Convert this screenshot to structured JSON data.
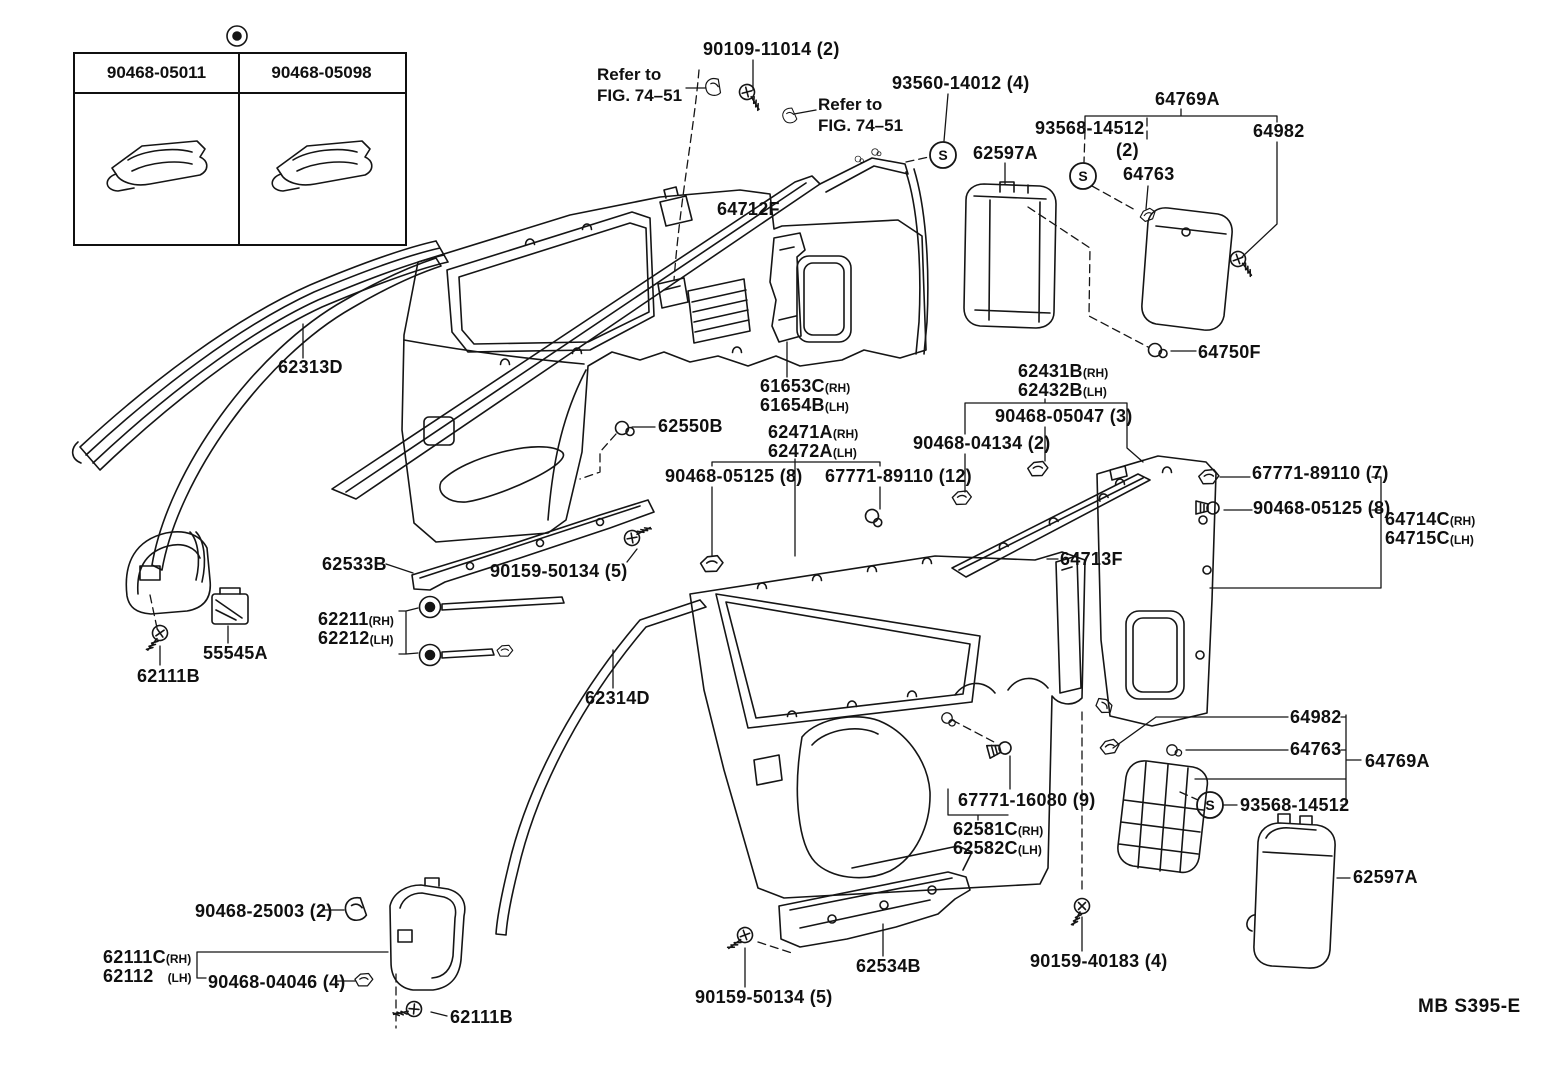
{
  "figure": {
    "code": "MB S395-E",
    "s_marker": "S"
  },
  "reference_table": {
    "col1": "90468-05011",
    "col2": "90468-05098"
  },
  "labels": {
    "p90109": "90109-11014 (2)",
    "refer1_l1": "Refer to",
    "refer1_l2": "FIG. 74–51",
    "refer2_l1": "Refer to",
    "refer2_l2": "FIG. 74–51",
    "p93560": "93560-14012 (4)",
    "p62597a_top": "62597A",
    "p64769a_top": "64769A",
    "p93568_top": "93568-14512",
    "p93568_top_qty": "(2)",
    "p64982_top": "64982",
    "p64763_top": "64763",
    "p64712f": "64712F",
    "p64750f": "64750F",
    "p62313d": "62313D",
    "p61653c": "61653C",
    "p61653c_s": "(RH)",
    "p61654b": "61654B",
    "p61654b_s": "(LH)",
    "p62431b": "62431B",
    "p62431b_s": "(RH)",
    "p62432b": "62432B",
    "p62432b_s": "(LH)",
    "p90468_05047": "90468-05047 (3)",
    "p62550b": "62550B",
    "p62471a": "62471A",
    "p62471a_s": "(RH)",
    "p62472a": "62472A",
    "p62472a_s": "(LH)",
    "p90468_04134": "90468-04134 (2)",
    "p90468_05125_left": "90468-05125 (8)",
    "p67771_89110_12": "67771-89110 (12)",
    "p67771_89110_7": "67771-89110 (7)",
    "p90468_05125_right": "90468-05125 (8)",
    "p64714c": "64714C",
    "p64714c_s": "(RH)",
    "p64715c": "64715C",
    "p64715c_s": "(LH)",
    "p62533b": "62533B",
    "p90159_50134_top": "90159-50134 (5)",
    "p64713f": "64713F",
    "p62211": "62211",
    "p62211_s": "(RH)",
    "p62212": "62212",
    "p62212_s": "(LH)",
    "p55545a": "55545A",
    "p62111b_top": "62111B",
    "p62314d": "62314D",
    "p64982_bottom": "64982",
    "p64763_bottom": "64763",
    "p64769a_bottom": "64769A",
    "p93568_bottom": "93568-14512",
    "p67771_16080": "67771-16080 (9)",
    "p62581c": "62581C",
    "p62581c_s": "(RH)",
    "p62582c": "62582C",
    "p62582c_s": "(LH)",
    "p62597a_bottom": "62597A",
    "p90468_25003": "90468-25003 (2)",
    "p62111c": "62111C",
    "p62111c_s": "(RH)",
    "p62112": "62112",
    "p62112_s": "(LH)",
    "p90468_04046": "90468-04046 (4)",
    "p62111b_bottom": "62111B",
    "p90159_50134_bottom": "90159-50134 (5)",
    "p62534b": "62534B",
    "p90159_40183": "90159-40183 (4)"
  }
}
